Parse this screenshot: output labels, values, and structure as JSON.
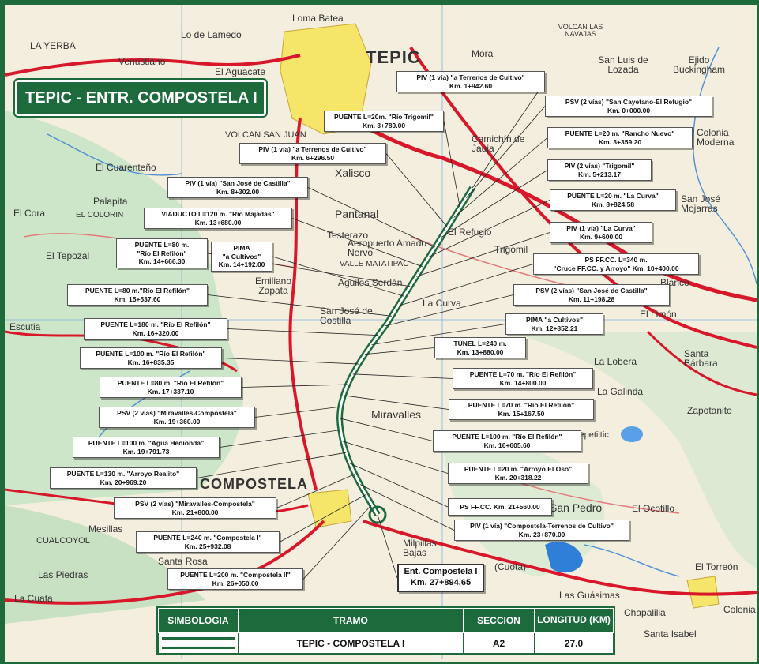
{
  "banner": {
    "title": "TEPIC - ENTR. COMPOSTELA I"
  },
  "places": [
    {
      "name": "TEPIC",
      "size": "big"
    },
    {
      "name": "COMPOSTELA",
      "size": "big"
    },
    {
      "name": "Loma Batea",
      "size": "sm"
    },
    {
      "name": "Lo de Lamedo",
      "size": "sm"
    },
    {
      "name": "Venustiano",
      "size": "sm"
    },
    {
      "name": "El Aguacate",
      "size": "sm"
    },
    {
      "name": "LA YERBA",
      "size": "sm"
    },
    {
      "name": "Mora",
      "size": "sm"
    },
    {
      "name": "VOLCAN LAS NAVAJAS",
      "size": "sm"
    },
    {
      "name": "San Luis de Lozada",
      "size": "sm"
    },
    {
      "name": "Ejido Buckingham",
      "size": "sm"
    },
    {
      "name": "VOLCAN SAN JUAN",
      "size": "sm"
    },
    {
      "name": "Camichín de Jauja",
      "size": "sm"
    },
    {
      "name": "Colonia Moderna",
      "size": "sm"
    },
    {
      "name": "El Cuarenteño",
      "size": "sm"
    },
    {
      "name": "Xalisco",
      "size": "mid"
    },
    {
      "name": "Palapita",
      "size": "sm"
    },
    {
      "name": "El Cora",
      "size": "sm"
    },
    {
      "name": "EL COLORIN",
      "size": "sm"
    },
    {
      "name": "Pantanal",
      "size": "mid"
    },
    {
      "name": "Testerazo",
      "size": "sm"
    },
    {
      "name": "Aeropuerto Amado Nervo",
      "size": "sm"
    },
    {
      "name": "VALLE MATATIPAC",
      "size": "sm"
    },
    {
      "name": "El Refugio",
      "size": "sm"
    },
    {
      "name": "Trigomil",
      "size": "sm"
    },
    {
      "name": "San José Mojarras",
      "size": "sm"
    },
    {
      "name": "El Tepozal",
      "size": "sm"
    },
    {
      "name": "Emiliano Zapata",
      "size": "sm"
    },
    {
      "name": "Aguiles Serdán",
      "size": "sm"
    },
    {
      "name": "La Curva",
      "size": "sm"
    },
    {
      "name": "San José de Costilla",
      "size": "sm"
    },
    {
      "name": "Escutia",
      "size": "sm"
    },
    {
      "name": "Blanco",
      "size": "sm"
    },
    {
      "name": "El Limón",
      "size": "sm"
    },
    {
      "name": "Santa Bárbara",
      "size": "sm"
    },
    {
      "name": "La Lobera",
      "size": "sm"
    },
    {
      "name": "La Galinda",
      "size": "sm"
    },
    {
      "name": "Zapotanito",
      "size": "sm"
    },
    {
      "name": "Miravalles",
      "size": "mid"
    },
    {
      "name": "Tepetiltic",
      "size": "sm"
    },
    {
      "name": "San Pedro",
      "size": "mid"
    },
    {
      "name": "El Ocotillo",
      "size": "sm"
    },
    {
      "name": "Mesillas",
      "size": "sm"
    },
    {
      "name": "CUALCOYOL",
      "size": "sm"
    },
    {
      "name": "Santa Rosa",
      "size": "sm"
    },
    {
      "name": "Las Piedras",
      "size": "sm"
    },
    {
      "name": "La Cuata",
      "size": "sm"
    },
    {
      "name": "Milpillas Bajas",
      "size": "sm"
    },
    {
      "name": "(Cuota)",
      "size": "sm"
    },
    {
      "name": "Las Guásimas",
      "size": "sm"
    },
    {
      "name": "Chapalilla",
      "size": "sm"
    },
    {
      "name": "El Torreón",
      "size": "sm"
    },
    {
      "name": "Santa Isabel",
      "size": "sm"
    },
    {
      "name": "Colonia",
      "size": "sm"
    }
  ],
  "callouts": [
    {
      "l1": "PIV (1 vía) \"a Terrenos de Cultivo\"",
      "l2": "Km. 1+942.60"
    },
    {
      "l1": "PSV (2 vías) \"San Cayetano-El Refugio\"",
      "l2": "Km. 0+000.00"
    },
    {
      "l1": "PUENTE L=20m. \"Río Trigomil\"",
      "l2": "Km. 3+789.00"
    },
    {
      "l1": "PUENTE L=20 m. \"Rancho Nuevo\"",
      "l2": "Km. 3+359.20"
    },
    {
      "l1": "PIV (1 vía) \"a Terrenos de Cultivo\"",
      "l2": "Km. 6+296.50"
    },
    {
      "l1": "PIV (2 vías) \"Trigomil\"",
      "l2": "Km. 5+213.17"
    },
    {
      "l1": "PIV (1 vía) \"San José de Castilla\"",
      "l2": "Km. 8+302.00"
    },
    {
      "l1": "PUENTE L=20 m. \"La Curva\"",
      "l2": "Km. 8+824.58"
    },
    {
      "l1": "VIADUCTO L=120 m. \"Río Majadas\"",
      "l2": "Km. 13+680.00"
    },
    {
      "l1": "PIV (1 vía) \"La Curva\"",
      "l2": "Km. 9+600.00"
    },
    {
      "l1": "PUENTE L=80 m.",
      "l2": "\"Río El Refilón\"",
      "l3": "Km. 14+666.30"
    },
    {
      "l1": "PIMA",
      "l2": "\"a Cultivos\"",
      "l3": "Km. 14+192.00"
    },
    {
      "l1": "PS FF.CC. L=340 m.",
      "l2": "\"Cruce FF.CC. y Arroyo\" Km. 10+400.00"
    },
    {
      "l1": "PUENTE L=80 m.\"Río El Refilón\"",
      "l2": "Km. 15+537.60"
    },
    {
      "l1": "PSV (2 vías) \"San José de Castilla\"",
      "l2": "Km. 11+198.28"
    },
    {
      "l1": "PUENTE L=180 m. \"Río El Refilón\"",
      "l2": "Km. 16+320.00"
    },
    {
      "l1": "PIMA \"a Cultivos\"",
      "l2": "Km. 12+852.21"
    },
    {
      "l1": "TÚNEL L=240 m.",
      "l2": "Km. 13+880.00"
    },
    {
      "l1": "PUENTE L=100 m. \"Río El Refilón\"",
      "l2": "Km. 16+835.35"
    },
    {
      "l1": "PUENTE L=70 m. \"Río El Refilón\"",
      "l2": "Km. 14+800.00"
    },
    {
      "l1": "PUENTE L=80 m. \"Río El Refilón\"",
      "l2": "Km. 17+337.10"
    },
    {
      "l1": "PUENTE L=70 m. \"Río El Refilón\"",
      "l2": "Km. 15+167.50"
    },
    {
      "l1": "PSV (2 vías) \"Miravalles-Compostela\"",
      "l2": "Km. 19+360.00"
    },
    {
      "l1": "PUENTE L=100 m. \"Río El Refilón\"",
      "l2": "Km. 16+605.60"
    },
    {
      "l1": "PUENTE L=100 m. \"Agua Hedionda\"",
      "l2": "Km. 19+791.73"
    },
    {
      "l1": "PUENTE L=20 m. \"Arroyo El Oso\"",
      "l2": "Km. 20+318.22"
    },
    {
      "l1": "PUENTE L=130 m. \"Arroyo Realito\"",
      "l2": "Km. 20+969.20"
    },
    {
      "l1": "PS FF.CC. Km. 21+560.00"
    },
    {
      "l1": "PSV (2 vías) \"Miravalles-Compostela\"",
      "l2": "Km. 21+800.00"
    },
    {
      "l1": "PIV (1 vía) \"Compostela-Terrenos de Cultivo\"",
      "l2": "Km. 23+870.00"
    },
    {
      "l1": "PUENTE L=240 m. \"Compostela I\"",
      "l2": "Km. 25+932.08"
    },
    {
      "l1": "PUENTE L=200 m. \"Compostela II\"",
      "l2": "Km. 26+050.00"
    },
    {
      "l1": "Ent. Compostela I",
      "l2": "Km. 27+894.65"
    }
  ],
  "legend": {
    "headers": [
      "SIMBOLOGIA",
      "TRAMO",
      "SECCION",
      "LONGITUD (KM)"
    ],
    "row": {
      "tramo": "TEPIC - COMPOSTELA I",
      "seccion": "A2",
      "longitud": "27.0"
    }
  },
  "colors": {
    "route": "#1d6b3d",
    "highway": "#d8172a",
    "urban": "#f5e66a",
    "relief": "#bfe0c0",
    "water": "#2f7fd8"
  }
}
